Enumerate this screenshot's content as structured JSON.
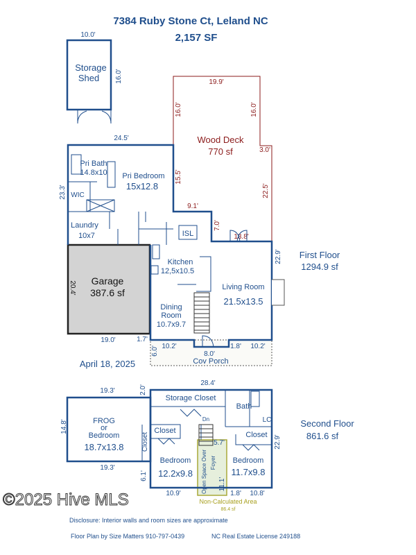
{
  "title": {
    "address": "7384 Ruby Stone Ct, Leland NC",
    "total_sf": "2,157 SF"
  },
  "shed": {
    "width": "10.0'",
    "depth": "16.0'",
    "line1": "Storage",
    "line2": "Shed"
  },
  "deck": {
    "name": "Wood Deck",
    "area": "770 sf",
    "dims": [
      "19.9'",
      "16.0'",
      "16.0'",
      "3.0'",
      "15.5'",
      "22.5'",
      "9.1'",
      "7.0'",
      "13.8'"
    ]
  },
  "first_floor": {
    "label": "First Floor",
    "area": "1294.9 sf",
    "rooms": {
      "pri_bath": [
        "Pri Bath",
        "14.8x10"
      ],
      "pri_bedroom": [
        "Pri Bedroom",
        "15x12.8"
      ],
      "wic": "WIC",
      "laundry": [
        "Laundry",
        "10x7"
      ],
      "isl": "ISL",
      "kitchen": [
        "Kitchen",
        "12,5x10.5"
      ],
      "garage": [
        "Garage",
        "387.6 sf"
      ],
      "living": [
        "Living Room",
        "21.5x13.5"
      ],
      "dining": [
        "Dining",
        "Room",
        "10.7x9.7"
      ],
      "porch": "Cov Porch"
    },
    "dims": {
      "top": "24.5'",
      "left": "23.3'",
      "garage": "20.4'",
      "g_bottom": "19.0'",
      "g_small": "1.7'",
      "right": "22.9'",
      "p1": "10.2'",
      "p2": "8.0'",
      "p3": "1.8'",
      "p4": "10.2'",
      "p_depth": "6.0'"
    }
  },
  "date": "April 18, 2025",
  "second_floor": {
    "label": "Second Floor",
    "area": "861.6 sf",
    "rooms": {
      "storage_closet": "Storage  Closet",
      "bath": "Bath",
      "lc": "LC",
      "closet_left": "Closet",
      "closet_right": "Closet",
      "closet_frog": "Closet",
      "dn": "Dn",
      "frog": [
        "FROG",
        "or",
        "Bedroom",
        "18.7x13.8"
      ],
      "bed1": [
        "Bedroom",
        "12.2x9.8"
      ],
      "bed2": [
        "Bedroom",
        "11.7x9.8"
      ],
      "open_space": "Open Space Over",
      "foyer": "Foyer"
    },
    "dims": {
      "top": "28.4'",
      "frog_top": "19.3'",
      "frog_bottom": "19.3'",
      "two": "2.0'",
      "frog_side": "14.8'",
      "right": "22.9'",
      "six": "6.1'",
      "fiveseven": "5.7'",
      "eleven": "11.1'",
      "b1": "10.9'",
      "b2": "1.8'",
      "b3": "10.8'"
    },
    "non_calc": {
      "label": "Non-Calculated Area",
      "area": "86.4 sf"
    }
  },
  "footer": {
    "disclosure": "Disclosure: Interior walls and room sizes are approximate",
    "credit": "Floor Plan by Size Matters 910-797-0439",
    "license": "NC Real Estate License 249188",
    "watermark": "©2025 Hive MLS"
  }
}
